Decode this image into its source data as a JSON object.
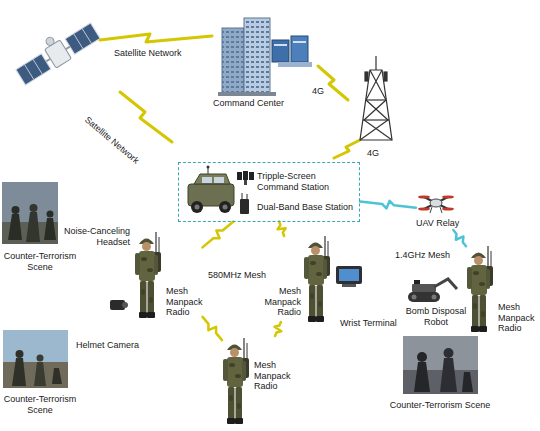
{
  "diagram": {
    "nodes": [
      {
        "text": [
          "Tripple-Screen Command Station",
          "Dual-Band Base Station"
        ]
      },
      {
        "text": [
          "UAV Relay"
        ]
      },
      {
        "text": [
          "Mesh Manpack Radio"
        ]
      },
      {
        "text": [
          "Mesh Manpack Radio"
        ]
      },
      {
        "text": [
          "Mesh Manpack Radio"
        ]
      },
      {
        "text": [
          "Mesh Manpack Radio"
        ]
      }
    ],
    "edges": [
      {
        "from": 0,
        "to": 1,
        "arrow": "none"
      },
      {
        "from": 1,
        "to": 4,
        "label": "1.4GHz Mesh",
        "arrow": "none"
      },
      {
        "from": 0,
        "to": 2,
        "arrow": "none"
      },
      {
        "from": 0,
        "to": 3,
        "arrow": "none"
      },
      {
        "from": 2,
        "to": 5,
        "arrow": "none"
      },
      {
        "from": 5,
        "to": 3,
        "arrow": "none"
      }
    ],
    "labels": [
      "Satellite Network",
      "Command Center",
      "4G",
      "Satellite Network",
      "4G",
      "Counter-Terrorism Scene",
      "Noise-Canceling Headset",
      "580MHz Mesh",
      "Wrist Terminal",
      "Bomb Disposal Robot",
      "Helmet Camera",
      "Counter-Terrorism Scene",
      "Counter-Terrorism Scene"
    ]
  }
}
